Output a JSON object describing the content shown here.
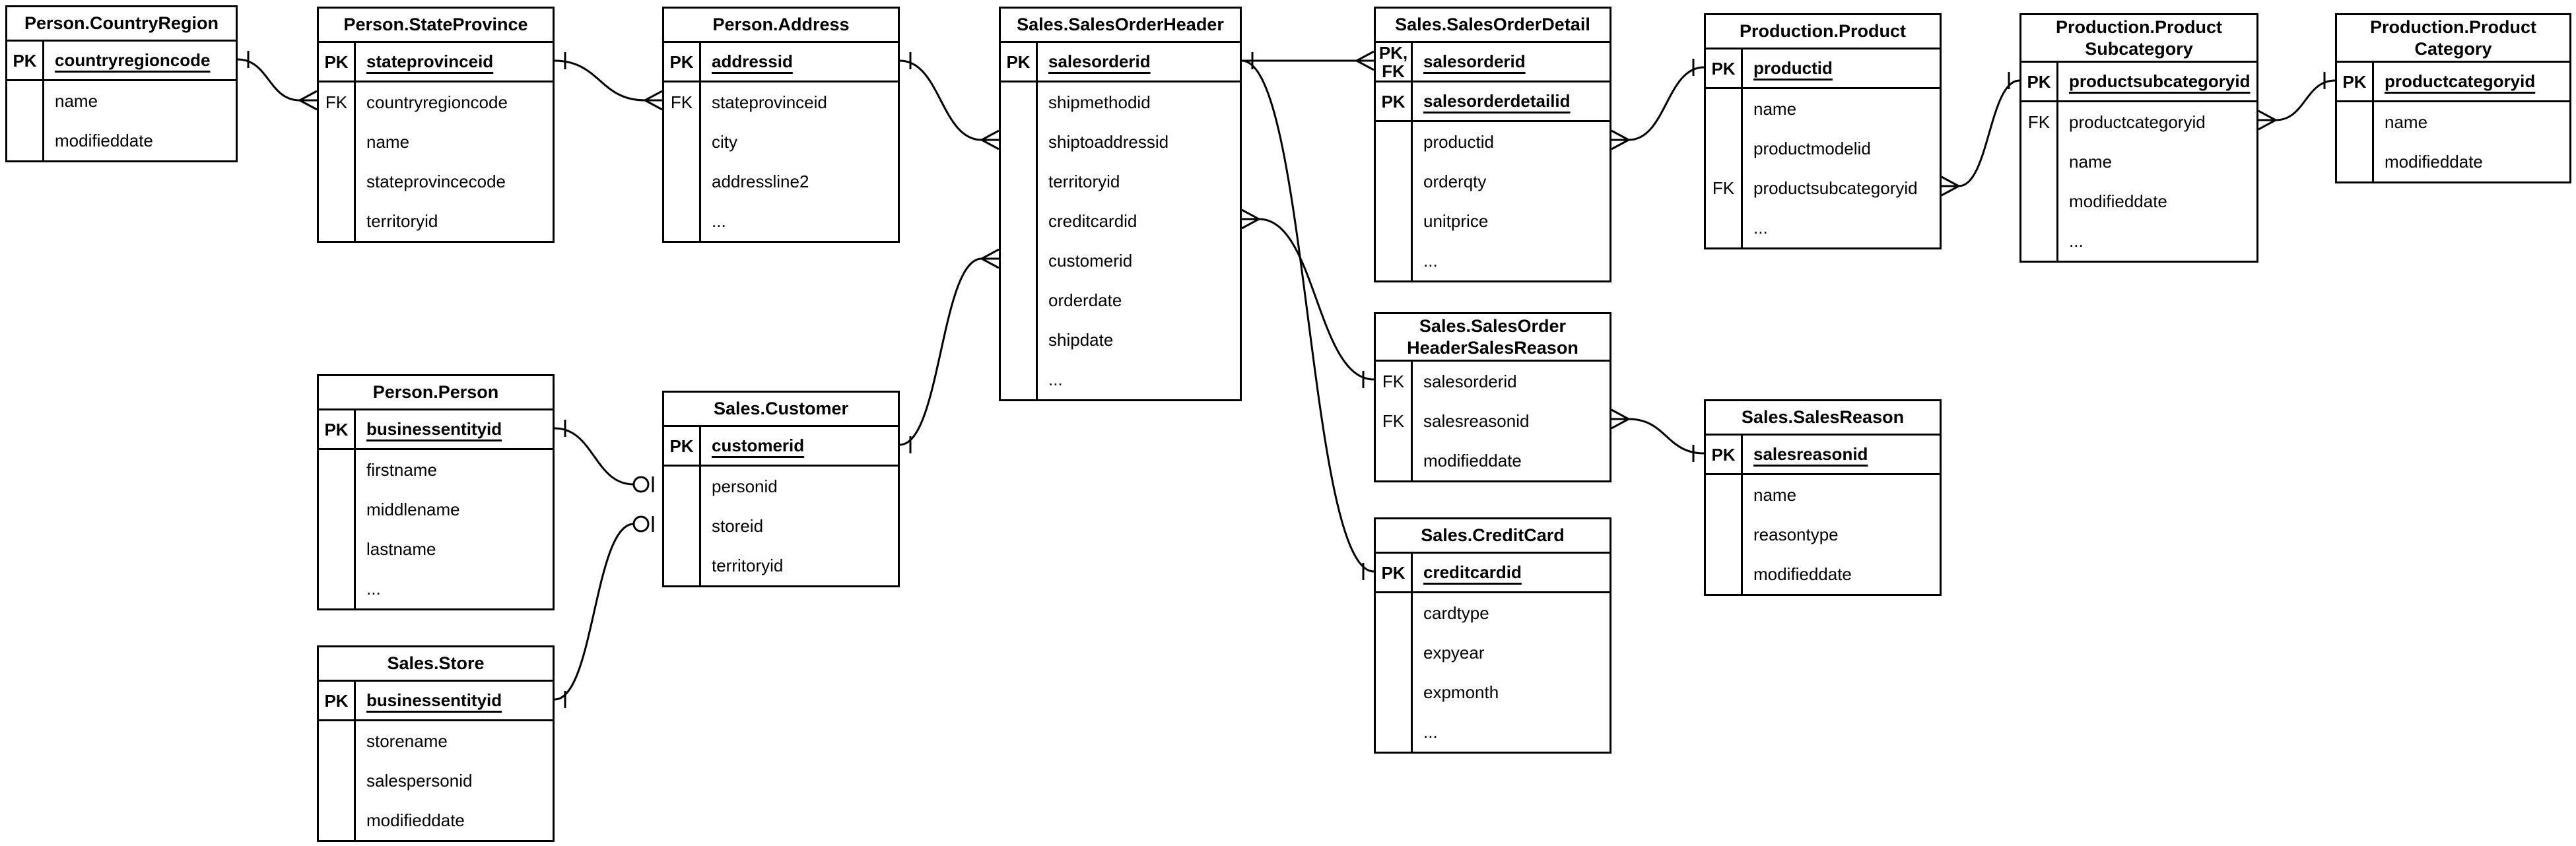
{
  "diagram": {
    "notation": "crow-foot",
    "line_color": "#000000",
    "background_color": "#ffffff"
  },
  "tables": [
    {
      "id": "countryregion",
      "title_lines": [
        "Person.CountryRegion"
      ],
      "rows": [
        {
          "key": [
            "PK"
          ],
          "field": "countryregioncode",
          "pk": true
        },
        {
          "key": [],
          "field": "name",
          "pk": false
        },
        {
          "key": [],
          "field": "modifieddate",
          "pk": false
        }
      ]
    },
    {
      "id": "stateprovince",
      "title_lines": [
        "Person.StateProvince"
      ],
      "rows": [
        {
          "key": [
            "PK"
          ],
          "field": "stateprovinceid",
          "pk": true
        },
        {
          "key": [
            "FK"
          ],
          "field": "countryregioncode",
          "pk": false
        },
        {
          "key": [],
          "field": "name",
          "pk": false
        },
        {
          "key": [],
          "field": "stateprovincecode",
          "pk": false
        },
        {
          "key": [],
          "field": "territoryid",
          "pk": false
        }
      ]
    },
    {
      "id": "address",
      "title_lines": [
        "Person.Address"
      ],
      "rows": [
        {
          "key": [
            "PK"
          ],
          "field": "addressid",
          "pk": true
        },
        {
          "key": [
            "FK"
          ],
          "field": "stateprovinceid",
          "pk": false
        },
        {
          "key": [],
          "field": "city",
          "pk": false
        },
        {
          "key": [],
          "field": "addressline2",
          "pk": false
        },
        {
          "key": [],
          "field": "...",
          "pk": false
        }
      ]
    },
    {
      "id": "salesorderheader",
      "title_lines": [
        "Sales.SalesOrderHeader"
      ],
      "rows": [
        {
          "key": [
            "PK"
          ],
          "field": "salesorderid",
          "pk": true
        },
        {
          "key": [],
          "field": "shipmethodid",
          "pk": false
        },
        {
          "key": [],
          "field": "shiptoaddressid",
          "pk": false
        },
        {
          "key": [],
          "field": "territoryid",
          "pk": false
        },
        {
          "key": [],
          "field": "creditcardid",
          "pk": false
        },
        {
          "key": [],
          "field": "customerid",
          "pk": false
        },
        {
          "key": [],
          "field": "orderdate",
          "pk": false
        },
        {
          "key": [],
          "field": "shipdate",
          "pk": false
        },
        {
          "key": [],
          "field": "...",
          "pk": false
        }
      ]
    },
    {
      "id": "salesorderdetail",
      "title_lines": [
        "Sales.SalesOrderDetail"
      ],
      "rows": [
        {
          "key": [
            "PK,",
            "FK"
          ],
          "field": "salesorderid",
          "pk": true
        },
        {
          "key": [
            "PK"
          ],
          "field": "salesorderdetailid",
          "pk": true
        },
        {
          "key": [],
          "field": "productid",
          "pk": false
        },
        {
          "key": [],
          "field": "orderqty",
          "pk": false
        },
        {
          "key": [],
          "field": "unitprice",
          "pk": false
        },
        {
          "key": [],
          "field": "...",
          "pk": false
        }
      ]
    },
    {
      "id": "product",
      "title_lines": [
        "Production.Product"
      ],
      "rows": [
        {
          "key": [
            "PK"
          ],
          "field": "productid",
          "pk": true
        },
        {
          "key": [],
          "field": "name",
          "pk": false
        },
        {
          "key": [],
          "field": "productmodelid",
          "pk": false
        },
        {
          "key": [
            "FK"
          ],
          "field": "productsubcategoryid",
          "pk": false
        },
        {
          "key": [],
          "field": "...",
          "pk": false
        }
      ]
    },
    {
      "id": "productsubcategory",
      "title_lines": [
        "Production.Product",
        "Subcategory"
      ],
      "rows": [
        {
          "key": [
            "PK"
          ],
          "field": "productsubcategoryid",
          "pk": true
        },
        {
          "key": [
            "FK"
          ],
          "field": "productcategoryid",
          "pk": false
        },
        {
          "key": [],
          "field": "name",
          "pk": false
        },
        {
          "key": [],
          "field": "modifieddate",
          "pk": false
        },
        {
          "key": [],
          "field": "...",
          "pk": false
        }
      ]
    },
    {
      "id": "productcategory",
      "title_lines": [
        "Production.Product",
        "Category"
      ],
      "rows": [
        {
          "key": [
            "PK"
          ],
          "field": "productcategoryid",
          "pk": true
        },
        {
          "key": [],
          "field": "name",
          "pk": false
        },
        {
          "key": [],
          "field": "modifieddate",
          "pk": false
        }
      ]
    },
    {
      "id": "person",
      "title_lines": [
        "Person.Person"
      ],
      "rows": [
        {
          "key": [
            "PK"
          ],
          "field": "businessentityid",
          "pk": true
        },
        {
          "key": [],
          "field": "firstname",
          "pk": false
        },
        {
          "key": [],
          "field": "middlename",
          "pk": false
        },
        {
          "key": [],
          "field": "lastname",
          "pk": false
        },
        {
          "key": [],
          "field": "...",
          "pk": false
        }
      ]
    },
    {
      "id": "customer",
      "title_lines": [
        "Sales.Customer"
      ],
      "rows": [
        {
          "key": [
            "PK"
          ],
          "field": "customerid",
          "pk": true
        },
        {
          "key": [],
          "field": "personid",
          "pk": false
        },
        {
          "key": [],
          "field": "storeid",
          "pk": false
        },
        {
          "key": [],
          "field": "territoryid",
          "pk": false
        }
      ]
    },
    {
      "id": "store",
      "title_lines": [
        "Sales.Store"
      ],
      "rows": [
        {
          "key": [
            "PK"
          ],
          "field": "businessentityid",
          "pk": true
        },
        {
          "key": [],
          "field": "storename",
          "pk": false
        },
        {
          "key": [],
          "field": "salespersonid",
          "pk": false
        },
        {
          "key": [],
          "field": "modifieddate",
          "pk": false
        }
      ]
    },
    {
      "id": "sohsr",
      "title_lines": [
        "Sales.SalesOrder",
        "HeaderSalesReason"
      ],
      "rows": [
        {
          "key": [
            "FK"
          ],
          "field": "salesorderid",
          "pk": false
        },
        {
          "key": [
            "FK"
          ],
          "field": "salesreasonid",
          "pk": false
        },
        {
          "key": [],
          "field": "modifieddate",
          "pk": false
        }
      ]
    },
    {
      "id": "salesreason",
      "title_lines": [
        "Sales.SalesReason"
      ],
      "rows": [
        {
          "key": [
            "PK"
          ],
          "field": "salesreasonid",
          "pk": true
        },
        {
          "key": [],
          "field": "name",
          "pk": false
        },
        {
          "key": [],
          "field": "reasontype",
          "pk": false
        },
        {
          "key": [],
          "field": "modifieddate",
          "pk": false
        }
      ]
    },
    {
      "id": "creditcard",
      "title_lines": [
        "Sales.CreditCard"
      ],
      "rows": [
        {
          "key": [
            "PK"
          ],
          "field": "creditcardid",
          "pk": true
        },
        {
          "key": [],
          "field": "cardtype",
          "pk": false
        },
        {
          "key": [],
          "field": "expyear",
          "pk": false
        },
        {
          "key": [],
          "field": "expmonth",
          "pk": false
        },
        {
          "key": [],
          "field": "...",
          "pk": false
        }
      ]
    }
  ],
  "relationships": [
    {
      "from": {
        "table": "countryregion",
        "field": "countryregioncode",
        "cardinality": "one"
      },
      "to": {
        "table": "stateprovince",
        "field": "countryregioncode",
        "cardinality": "many"
      }
    },
    {
      "from": {
        "table": "stateprovince",
        "field": "stateprovinceid",
        "cardinality": "one"
      },
      "to": {
        "table": "address",
        "field": "stateprovinceid",
        "cardinality": "many"
      }
    },
    {
      "from": {
        "table": "address",
        "field": "addressid",
        "cardinality": "one"
      },
      "to": {
        "table": "salesorderheader",
        "field": "shiptoaddressid",
        "cardinality": "many"
      }
    },
    {
      "from": {
        "table": "customer",
        "field": "customerid",
        "cardinality": "one"
      },
      "to": {
        "table": "salesorderheader",
        "field": "customerid",
        "cardinality": "many"
      }
    },
    {
      "from": {
        "table": "person",
        "field": "businessentityid",
        "cardinality": "one"
      },
      "to": {
        "table": "customer",
        "field": "personid",
        "cardinality": "zero-or-one"
      }
    },
    {
      "from": {
        "table": "store",
        "field": "businessentityid",
        "cardinality": "one"
      },
      "to": {
        "table": "customer",
        "field": "storeid",
        "cardinality": "zero-or-one"
      }
    },
    {
      "from": {
        "table": "salesorderheader",
        "field": "salesorderid",
        "cardinality": "one"
      },
      "to": {
        "table": "salesorderdetail",
        "field": "salesorderid",
        "cardinality": "many"
      }
    },
    {
      "from": {
        "table": "salesorderheader",
        "field": "salesorderid",
        "cardinality": "one"
      },
      "to": {
        "table": "creditcard",
        "field": "creditcardid",
        "cardinality": "one"
      }
    },
    {
      "from": {
        "table": "salesorderheader",
        "field": "creditcardid",
        "cardinality": "many"
      },
      "to": {
        "table": "sohsr",
        "field": "salesorderid",
        "cardinality": "one"
      }
    },
    {
      "from": {
        "table": "sohsr",
        "field": "salesreasonid",
        "cardinality": "many"
      },
      "to": {
        "table": "salesreason",
        "field": "salesreasonid",
        "cardinality": "one"
      }
    },
    {
      "from": {
        "table": "salesorderdetail",
        "field": "productid",
        "cardinality": "many"
      },
      "to": {
        "table": "product",
        "field": "productid",
        "cardinality": "one"
      }
    },
    {
      "from": {
        "table": "product",
        "field": "productsubcategoryid",
        "cardinality": "many"
      },
      "to": {
        "table": "productsubcategory",
        "field": "productsubcategoryid",
        "cardinality": "one"
      }
    },
    {
      "from": {
        "table": "productsubcategory",
        "field": "productcategoryid",
        "cardinality": "many"
      },
      "to": {
        "table": "productcategory",
        "field": "productcategoryid",
        "cardinality": "one"
      }
    }
  ]
}
